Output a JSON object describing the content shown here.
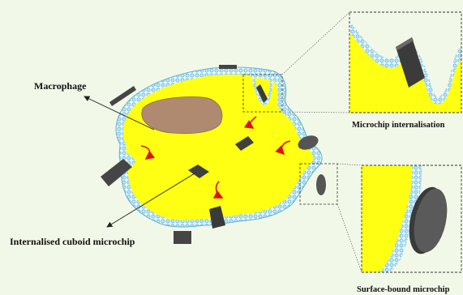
{
  "labels": {
    "macrophage": "Macrophage",
    "internalised": "Internalised cuboid microchip",
    "microchip_internalisation": "Microchip internalisation",
    "surface_bound": "Surface-bound microchip"
  },
  "colors": {
    "background": "#f2f8e8",
    "cytoplasm": "#ffff14",
    "membrane": "#7fc6e6",
    "nucleus": "#b08a70",
    "microchip": "#454545",
    "arrow": "#dd1111"
  }
}
